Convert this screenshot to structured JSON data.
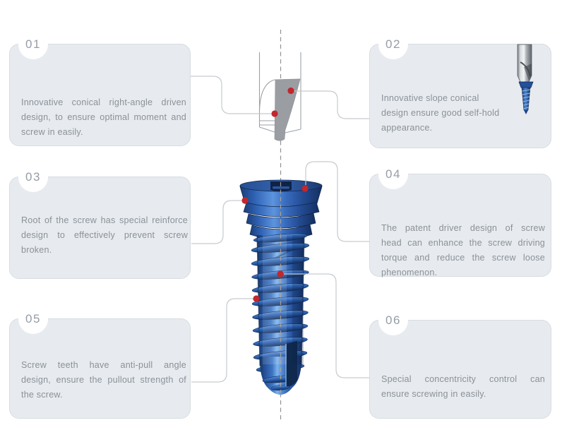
{
  "features": [
    {
      "number": "01",
      "lines": [
        "Innovative conical right-angle driven",
        "design, to ensure optimal moment and",
        "screw in easily."
      ]
    },
    {
      "number": "02",
      "lines": [
        "Innovative slope conical",
        "design ensure good self-hold",
        "appearance."
      ]
    },
    {
      "number": "03",
      "lines": [
        "Root of the screw has special reinforce",
        "design to effectively prevent screw",
        "broken."
      ]
    },
    {
      "number": "04",
      "lines": [
        "The patent driver design of screw",
        "head can enhance the screw driving",
        "torque and reduce the screw loose",
        "phenomenon."
      ]
    },
    {
      "number": "05",
      "lines": [
        "Screw teeth have anti-pull angle",
        "design, ensure the pullout strength of",
        "the screw."
      ]
    },
    {
      "number": "06",
      "lines": [
        "Special concentricity control can",
        "ensure screwing in easily."
      ]
    }
  ],
  "illustration": {
    "subject": "orthopedic bone screw with driver tip cross-section and driver thumbnail",
    "axis_line_style": "dashed"
  },
  "colors": {
    "box_fill": "#e7ebef",
    "box_border": "#d7dce1",
    "number_color": "#969da6",
    "text_color": "#8b9199",
    "connector": "#c6cbcf",
    "callout_dot": "#c1272d",
    "screw_blue": "#2e63b4",
    "screw_dark": "#14325f",
    "screw_highlight": "#7fb3ea",
    "driver_gray": "#9a9ea3",
    "axis_gray": "#8f9296",
    "axis_tan_over_screw": "#b4a48c"
  }
}
